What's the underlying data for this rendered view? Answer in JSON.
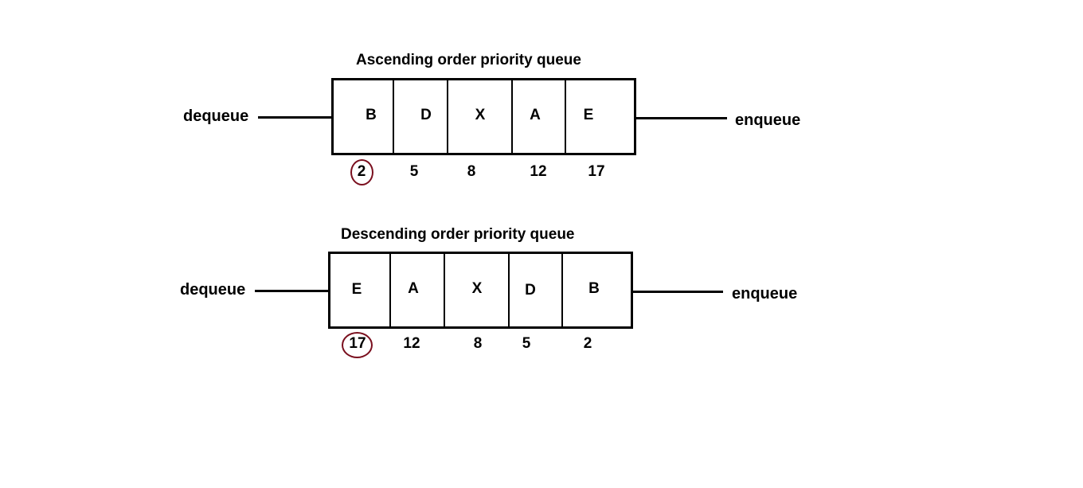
{
  "ascending": {
    "title": "Ascending order priority queue",
    "dequeue_label": "dequeue",
    "enqueue_label": "enqueue",
    "cells": [
      {
        "letter": "B",
        "priority": "2",
        "highlighted": true
      },
      {
        "letter": "D",
        "priority": "5",
        "highlighted": false
      },
      {
        "letter": "X",
        "priority": "8",
        "highlighted": false
      },
      {
        "letter": "A",
        "priority": "12",
        "highlighted": false
      },
      {
        "letter": "E",
        "priority": "17",
        "highlighted": false
      }
    ]
  },
  "descending": {
    "title": "Descending order priority queue",
    "dequeue_label": "dequeue",
    "enqueue_label": "enqueue",
    "cells": [
      {
        "letter": "E",
        "priority": "17",
        "highlighted": true
      },
      {
        "letter": "A",
        "priority": "12",
        "highlighted": false
      },
      {
        "letter": "X",
        "priority": "8",
        "highlighted": false
      },
      {
        "letter": "D",
        "priority": "5",
        "highlighted": false
      },
      {
        "letter": "B",
        "priority": "2",
        "highlighted": false
      }
    ]
  },
  "colors": {
    "line": "#000000",
    "highlight": "#7a0f1e"
  }
}
